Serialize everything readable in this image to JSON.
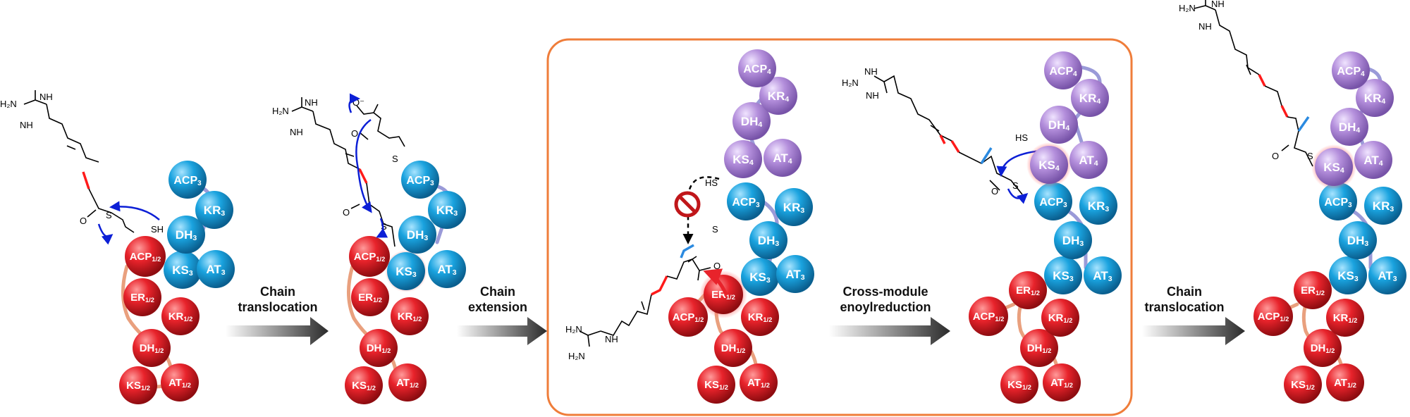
{
  "colors": {
    "red": "#e8232b",
    "blue": "#1aa3df",
    "purple": "#b48fdc",
    "chain_red": "#ff1a1a",
    "methyl_blue": "#2b8ae0",
    "arrow_blue": "#0c1fd6",
    "box": "#ef7d3a"
  },
  "steps": {
    "s1_line1": "Chain",
    "s1_line2": "translocation",
    "s2_line1": "Chain",
    "s2_line2": "extension",
    "s3_line1": "Cross-module",
    "s3_line2": "enoylreduction",
    "s4_line1": "Chain",
    "s4_line2": "translocation"
  },
  "atoms": {
    "s": "S",
    "o": "O",
    "sh": "SH",
    "hs": "HS",
    "nh": "NH",
    "h2n": "H₂N",
    "o_minus": "O⁻"
  },
  "domains": {
    "ks12": "KS1/2",
    "at12": "AT1/2",
    "dh12": "DH1/2",
    "kr12": "KR1/2",
    "er12": "ER1/2",
    "acp12": "ACP1/2",
    "ks3": "KS3",
    "at3": "AT3",
    "dh3": "DH3",
    "kr3": "KR3",
    "acp3": "ACP3",
    "ks4": "KS4",
    "at4": "AT4",
    "dh4": "DH4",
    "kr4": "KR4",
    "acp4": "ACP4"
  },
  "icons": {
    "blocked": "no-sign-icon"
  }
}
